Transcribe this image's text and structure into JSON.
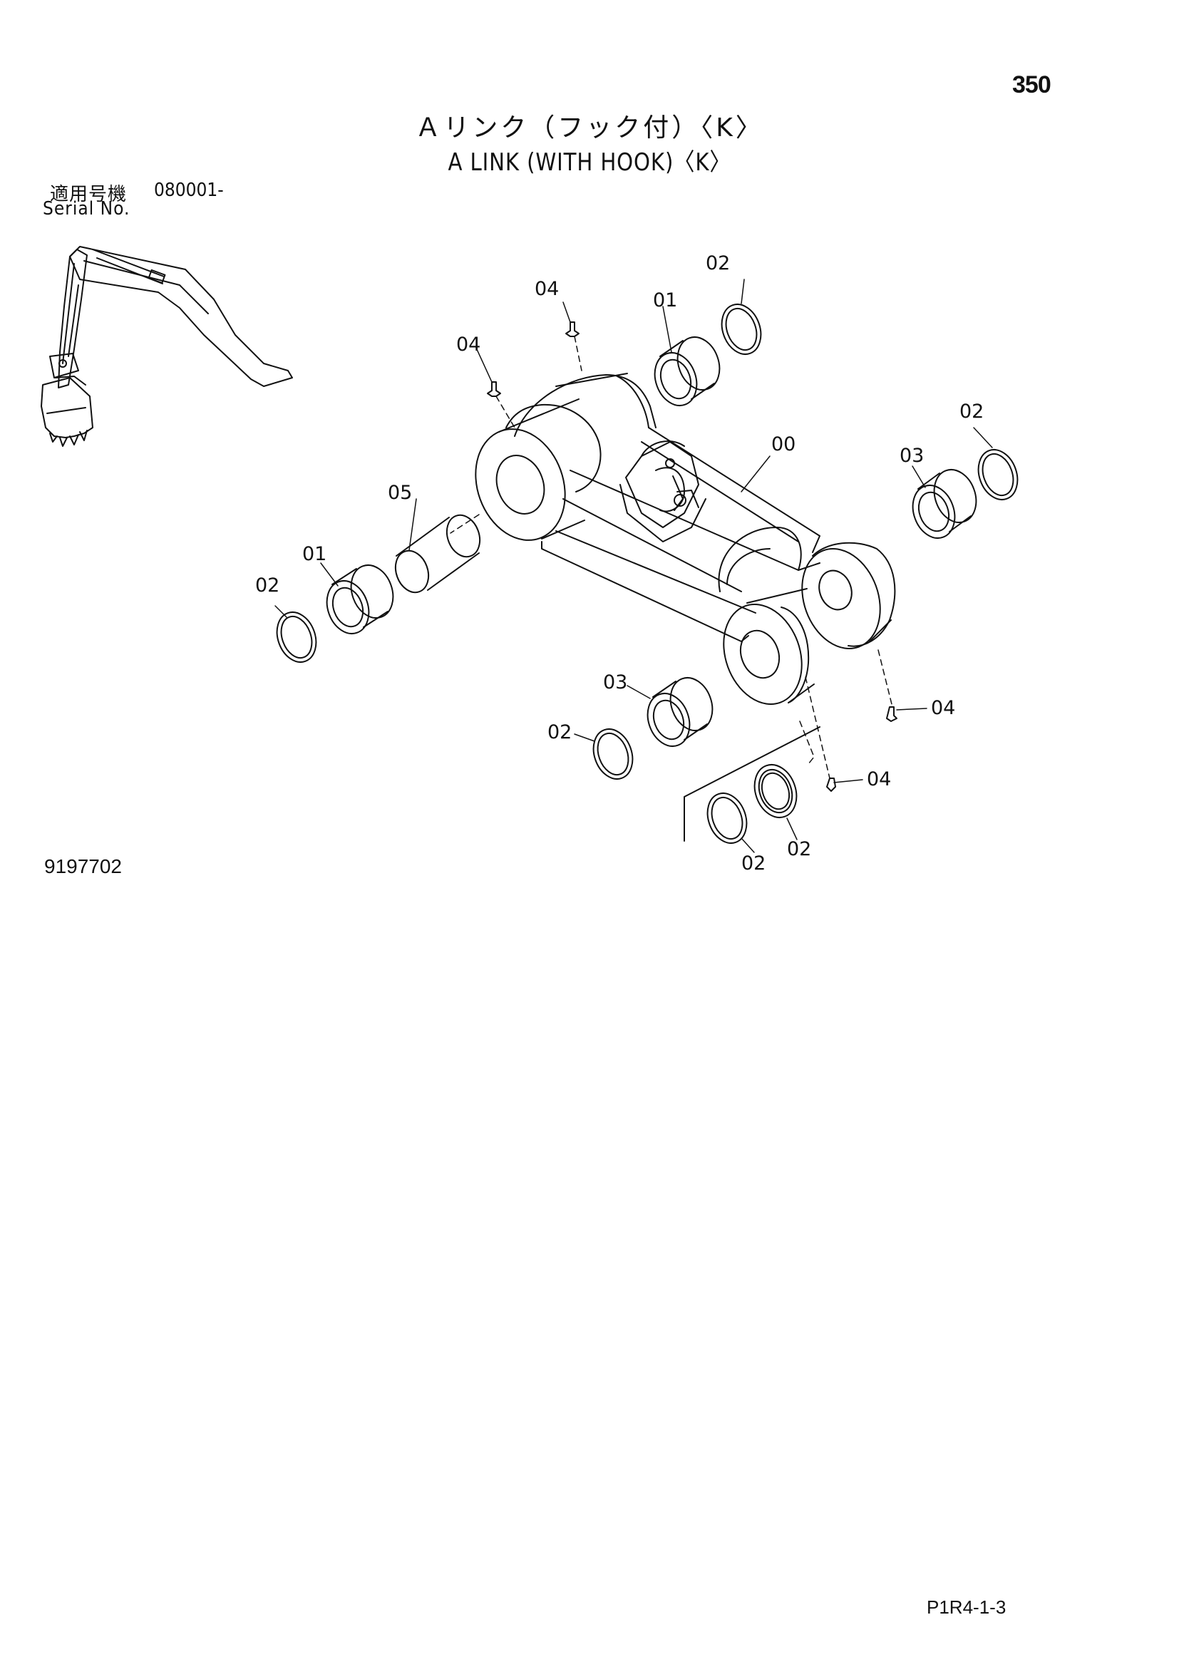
{
  "page": {
    "number": "350",
    "title_jp": "Ａリンク（フック付）〈K〉",
    "title_en": "A LINK (WITH HOOK)〈K〉",
    "serial_label_jp": "適用号機",
    "serial_value": "080001-",
    "serial_label_en": "Serial No.",
    "drawing_number": "9197702",
    "page_code": "P1R4-1-3"
  },
  "callouts": {
    "c00": "00",
    "c01a": "01",
    "c01b": "01",
    "c02a": "02",
    "c02b": "02",
    "c02c": "02",
    "c02d": "02",
    "c02e": "02",
    "c02f": "02",
    "c03a": "03",
    "c03b": "03",
    "c04a": "04",
    "c04b": "04",
    "c04c": "04",
    "c04d": "04",
    "c05": "05"
  }
}
